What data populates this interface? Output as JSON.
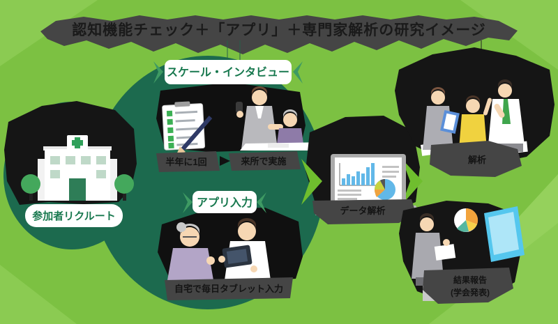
{
  "title": "認知機能チェック＋「アプリ」＋専門家解析の研究イメージ",
  "stages": {
    "recruit": {
      "label": "参加者リクルート"
    },
    "interview": {
      "label": "スケール・インタビュー",
      "caption_left": "半年に1回",
      "caption_right": "来所で実施"
    },
    "app": {
      "label": "アプリ入力",
      "caption": "自宅で毎日タブレット入力"
    },
    "data_center": {
      "caption": "データ解析"
    },
    "analysis": {
      "caption": "解析"
    },
    "report": {
      "caption_line1": "結果報告",
      "caption_line2": "(学会発表)"
    }
  },
  "icons": {
    "hospital": "hospital-building-icon",
    "checklist": "checklist-clipboard-icon",
    "laptop": "laptop-chart-icon",
    "meeting": "team-meeting-illustration",
    "presentation": "presenter-illustration"
  },
  "colors": {
    "background": "#7CC142",
    "facet_light": "#8BCB52",
    "facet_lighter": "#95D15C",
    "cycle_green": "#1C6A4E",
    "blob_gray": "#454545",
    "blob_black": "#151515",
    "label_green": "#17784E",
    "title_black": "#1A1A1A",
    "arrow_green": "#6FBE2E",
    "chevron_green": "#3E9A63",
    "chart_blue": "#62B8E8",
    "pie_orange": "#F2A33C",
    "pie_yellow": "#F7D14A",
    "screen_cyan": "#55C7EE"
  }
}
